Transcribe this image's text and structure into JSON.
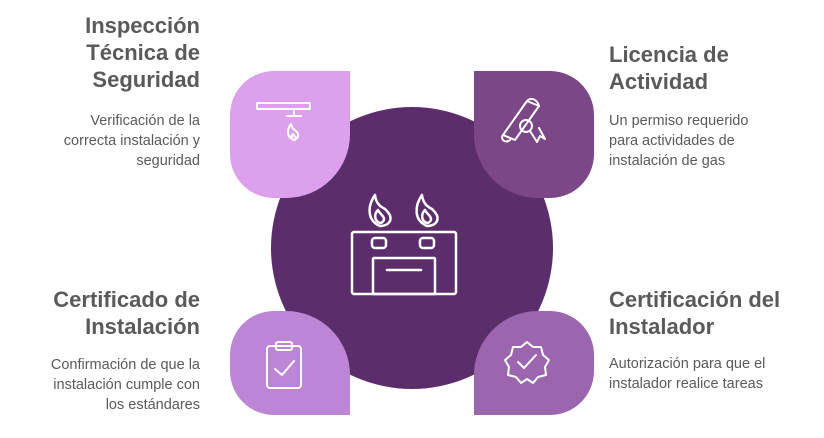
{
  "colors": {
    "center": "#5b2e6b",
    "top_left": "#dca0ec",
    "top_right": "#7b4787",
    "bottom_left": "#bd85d5",
    "bottom_right": "#9b66ad",
    "icon_stroke": "#ffffff",
    "text": "#5a5a5a"
  },
  "center": {
    "icon": "gas-stove-icon"
  },
  "items": {
    "top_left": {
      "title": "Inspección\nTécnica de\nSeguridad",
      "description": "Verificación de la\ncorrecta instalación y\nseguridad",
      "icon": "gas-detector-icon"
    },
    "top_right": {
      "title": "Licencia de\nActividad",
      "description": "Un permiso requerido\npara actividades de\ninstalación de gas",
      "icon": "diploma-icon"
    },
    "bottom_left": {
      "title": "Certificado de\nInstalación",
      "description": "Confirmación de que la\ninstalación cumple con\nlos estándares",
      "icon": "clipboard-check-icon"
    },
    "bottom_right": {
      "title": "Certificación del\nInstalador",
      "description": "Autorización para que el\ninstalador realice tareas",
      "icon": "badge-check-icon"
    }
  }
}
